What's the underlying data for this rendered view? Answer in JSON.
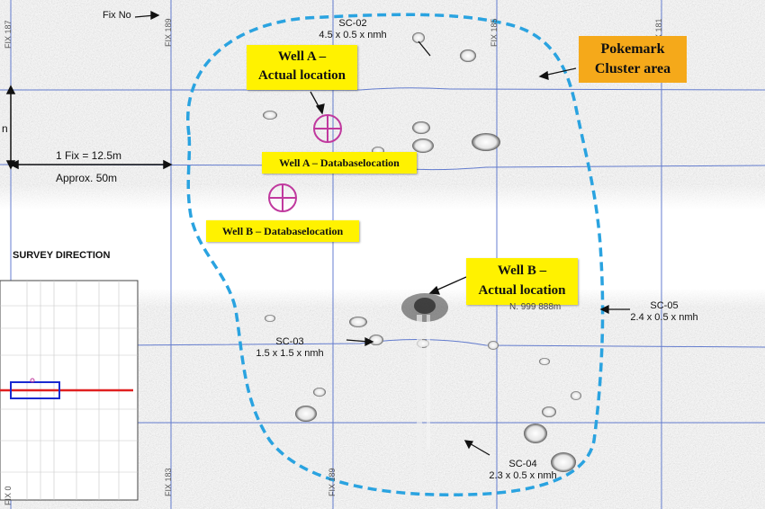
{
  "fix_no_label": "Fix No",
  "fix_labels": {
    "f1": "FIX 187",
    "f2": "FIX 189",
    "f3": "FIX 185",
    "f4": "FIX 181",
    "f5": "FIX 183",
    "f6": "FIX 189",
    "f7": "FIX 0"
  },
  "scale": {
    "fix_distance": "1 Fix = 12.5m",
    "approx": "Approx. 50m",
    "left_fragment": "n"
  },
  "survey_direction_label": "SURVEY DIRECTION",
  "well_a_actual": {
    "line1": "Well A –",
    "line2": "Actual location"
  },
  "well_a_database": "Well A – Databaselocation",
  "well_b_database": "Well B – Databaselocation",
  "well_b_actual": {
    "line1": "Well B –",
    "line2": "Actual location"
  },
  "pockmark": {
    "line1": "Pokemark",
    "line2": "Cluster area"
  },
  "sc02": {
    "id": "SC-02",
    "dims": "4.5 x 0.5 x nmh"
  },
  "sc03": {
    "id": "SC-03",
    "dims": "1.5 x 1.5 x nmh"
  },
  "sc04": {
    "id": "SC-04",
    "dims": "2.3 x 0.5 x nmh"
  },
  "sc05": {
    "id": "SC-05",
    "dims": "2.4  x 0.5 x nmh"
  },
  "hidden_text": "N. 999 888m",
  "colors": {
    "cluster_outline": "#2aa3e0",
    "well_marker": "#c0399e",
    "label_bg": "#fff200",
    "pockmark_bg": "#f5a91a",
    "grid": "#4a67c8",
    "track": "#e02020"
  }
}
